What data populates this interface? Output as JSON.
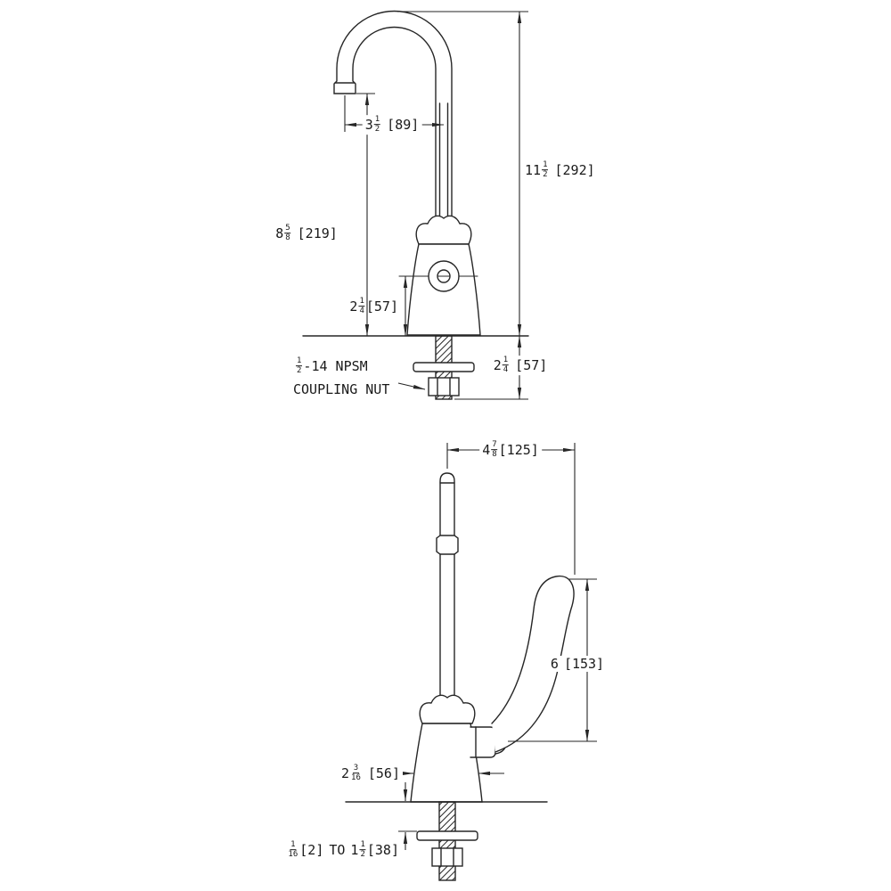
{
  "colors": {
    "line": "#262626",
    "background": "#ffffff"
  },
  "front_view": {
    "spout_reach": {
      "whole": "3",
      "num": "1",
      "den": "2",
      "mm": "[89]"
    },
    "overall_height": {
      "whole": "11",
      "num": "1",
      "den": "2",
      "mm": "[292]"
    },
    "outlet_height": {
      "whole": "8",
      "num": "5",
      "den": "8",
      "mm": "[219]"
    },
    "handle_center_height": {
      "whole": "2",
      "num": "1",
      "den": "4",
      "mm": "[57]"
    },
    "shank_below_deck": {
      "whole": "2",
      "num": "1",
      "den": "4",
      "mm": "[57]"
    },
    "coupling_nut_label": {
      "num": "1",
      "den": "2",
      "rest": "-14 NPSM",
      "line2": "COUPLING NUT"
    }
  },
  "side_view": {
    "spout_to_handle": {
      "whole": "4",
      "num": "7",
      "den": "8",
      "mm": "[125]"
    },
    "handle_length": {
      "whole": "6",
      "mm": "[153]"
    },
    "body_width": {
      "whole": "2",
      "num": "3",
      "den": "16",
      "mm": "[56]"
    },
    "deck_thickness": {
      "num1": "1",
      "den1": "16",
      "mm1": "[2]",
      "joiner": "TO",
      "whole2": "1",
      "num2": "1",
      "den2": "2",
      "mm2": "[38]"
    }
  }
}
